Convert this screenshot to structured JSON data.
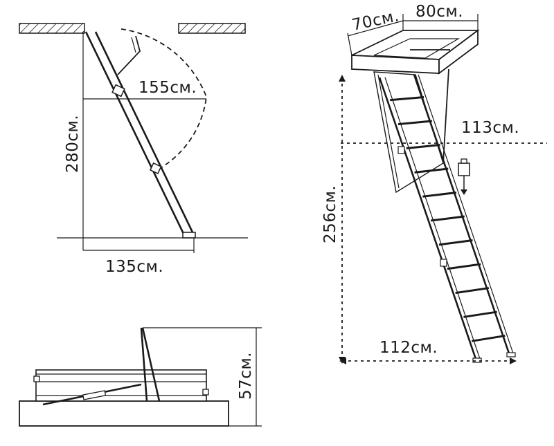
{
  "dimensions": {
    "side_view": {
      "swing_radius": "155см.",
      "ceiling_height": "280см.",
      "floor_reach": "135см."
    },
    "perspective_view": {
      "hatch_length": "70см.",
      "hatch_width": "80см.",
      "ladder_height": "256см.",
      "swing_clearance": "113см.",
      "floor_reach": "112см."
    },
    "folded_view": {
      "folded_height": "57см."
    }
  }
}
